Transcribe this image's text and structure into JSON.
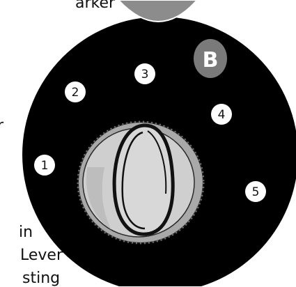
{
  "edge_text": {
    "top": "arker",
    "side": "r",
    "line1": "in",
    "line2": "Lever",
    "line3": "sting"
  },
  "dial": {
    "positions": [
      "1",
      "2",
      "3",
      "4",
      "5"
    ],
    "badge": "B"
  },
  "colors": {
    "panel": "#000000",
    "knob_outer": "#a9a9a9",
    "knob_inner": "#cfcfcf",
    "tab": "#8c8c8c",
    "badge": "#7a7a7a"
  },
  "icons": {
    "knob": "rotary-knob-icon"
  }
}
